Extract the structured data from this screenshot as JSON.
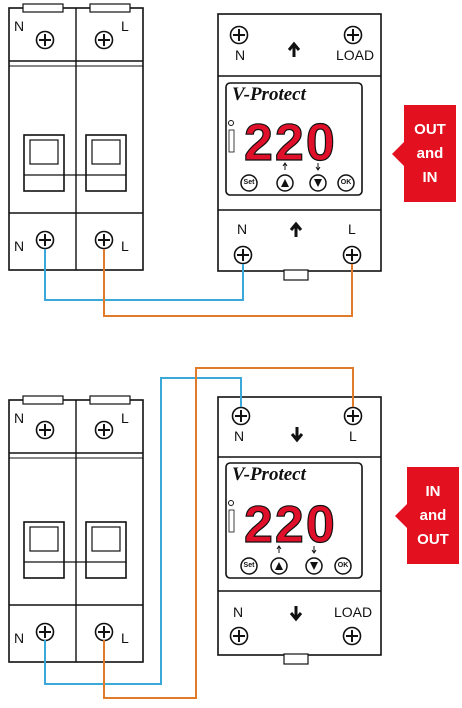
{
  "diagrams": [
    {
      "breaker": {
        "top_left": "N",
        "top_right": "L",
        "bottom_left": "N",
        "bottom_right": "L"
      },
      "device": {
        "brand": "V-Protect",
        "display": "220",
        "top_left": "N",
        "top_right": "LOAD",
        "bottom_left": "N",
        "bottom_right": "L",
        "buttons": [
          "Set",
          "",
          "",
          "OK"
        ]
      },
      "tag": [
        "OUT",
        "and",
        "IN"
      ]
    },
    {
      "breaker": {
        "top_left": "N",
        "top_right": "L",
        "bottom_left": "N",
        "bottom_right": "L"
      },
      "device": {
        "brand": "V-Protect",
        "display": "220",
        "top_left": "N",
        "top_right": "L",
        "bottom_left": "N",
        "bottom_right": "LOAD",
        "buttons": [
          "Set",
          "",
          "",
          "OK"
        ]
      },
      "tag": [
        "IN",
        "and",
        "OUT"
      ]
    }
  ],
  "colors": {
    "neutral_wire": "#3aa8d8",
    "live_wire": "#e07b2a",
    "tag": "#e3101f",
    "digits": "#e0102a"
  }
}
